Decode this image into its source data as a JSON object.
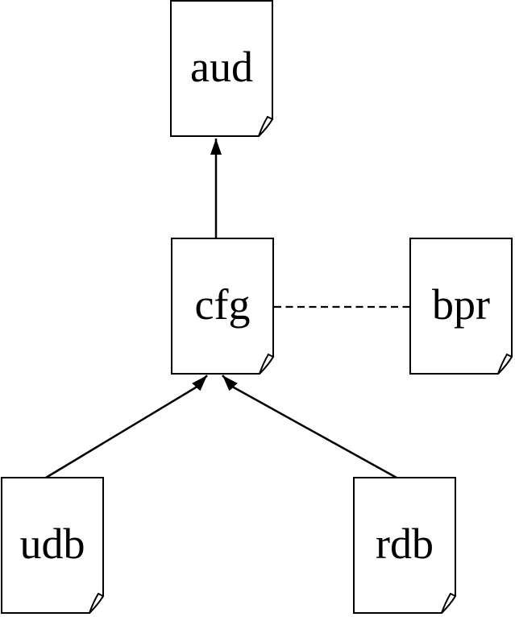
{
  "diagram": {
    "type": "dependency-graph",
    "background_color": "#ffffff",
    "stroke_color": "#000000",
    "node_fill_color": "#ffffff",
    "node_shape": "document",
    "nodes": {
      "aud": {
        "label": "aud"
      },
      "cfg": {
        "label": "cfg"
      },
      "bpr": {
        "label": "bpr"
      },
      "udb": {
        "label": "udb"
      },
      "rdb": {
        "label": "rdb"
      }
    },
    "edges": [
      {
        "from": "cfg",
        "to": "aud",
        "style": "solid",
        "arrowhead": true
      },
      {
        "from": "cfg",
        "to": "bpr",
        "style": "dashed",
        "arrowhead": false
      },
      {
        "from": "udb",
        "to": "cfg",
        "style": "solid",
        "arrowhead": true
      },
      {
        "from": "rdb",
        "to": "cfg",
        "style": "solid",
        "arrowhead": true
      }
    ]
  }
}
